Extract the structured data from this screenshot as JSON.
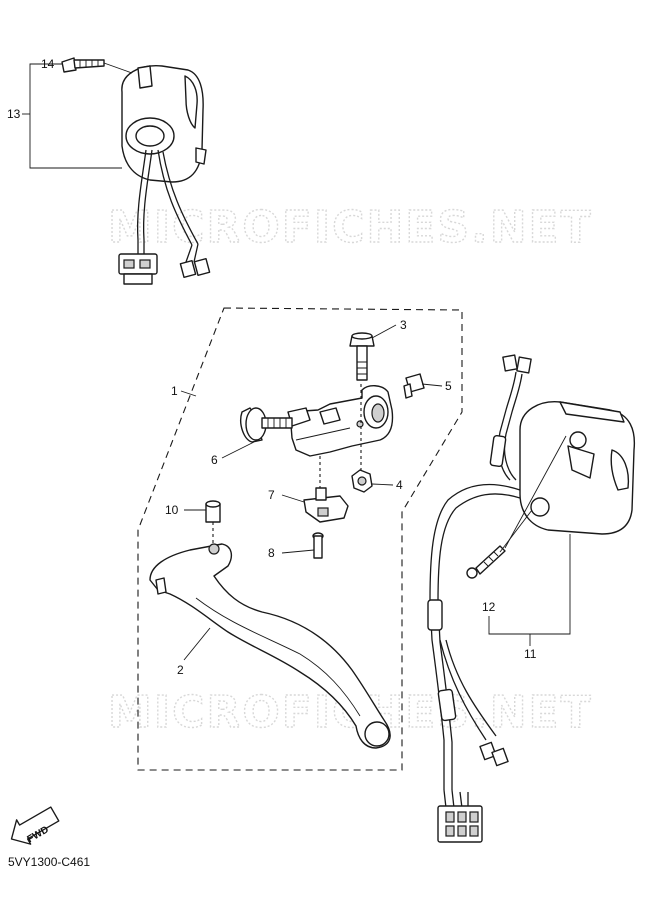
{
  "diagram": {
    "code": "5VY1300-C461",
    "watermark": "MICROFICHES.NET",
    "fwd_label": "FWD",
    "callouts": {
      "c1": "1",
      "c2": "2",
      "c3": "3",
      "c4": "4",
      "c5": "5",
      "c6": "6",
      "c7": "7",
      "c8": "8",
      "c10": "10",
      "c11": "11",
      "c12": "12",
      "c13": "13",
      "c14": "14"
    }
  }
}
